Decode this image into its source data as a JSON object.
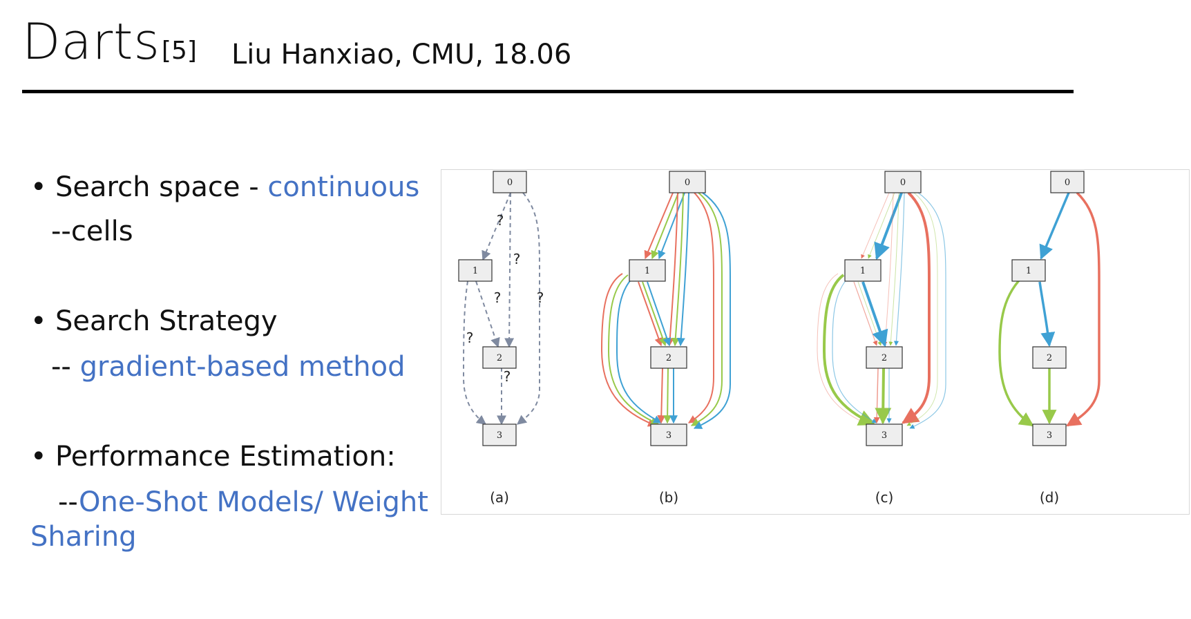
{
  "header": {
    "title": "Darts",
    "reference": "[5]",
    "subtitle": "Liu Hanxiao, CMU, 18.06"
  },
  "bullets": [
    {
      "label": "Search space - ",
      "accent": "continuous",
      "sub_prefix": "--cells",
      "sub_accent": ""
    },
    {
      "label": "Search Strategy",
      "accent": "",
      "sub_prefix": "-- ",
      "sub_accent": "gradient-based method"
    },
    {
      "label": "Performance Estimation:",
      "accent": "",
      "sub_prefix": "--",
      "sub_accent": "One-Shot Models/ Weight",
      "sub_accent2": "Sharing"
    }
  ],
  "figure": {
    "panels": [
      {
        "caption": "(a)",
        "node_labels": [
          "0",
          "1",
          "2",
          "3"
        ],
        "edge_mark": "?"
      },
      {
        "caption": "(b)",
        "node_labels": [
          "0",
          "1",
          "2",
          "3"
        ]
      },
      {
        "caption": "(c)",
        "node_labels": [
          "0",
          "1",
          "2",
          "3"
        ]
      },
      {
        "caption": "(d)",
        "node_labels": [
          "0",
          "1",
          "2",
          "3"
        ]
      }
    ],
    "colors": {
      "red": "#e8705f",
      "green": "#98c94a",
      "blue": "#3fa1d4",
      "gray": "#7f8aa0",
      "node_fill": "#eeeeee"
    }
  }
}
